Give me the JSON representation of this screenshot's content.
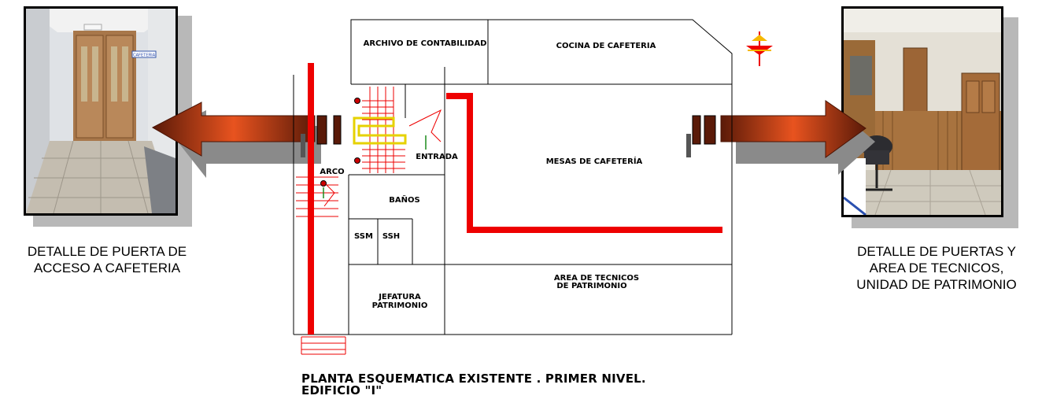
{
  "left_caption": {
    "line1": "DETALLE DE PUERTA DE",
    "line2": "ACCESO A CAFETERIA"
  },
  "right_caption": {
    "line1": "DETALLE DE PUERTAS Y",
    "line2": "AREA DE TECNICOS,",
    "line3": "UNIDAD DE PATRIMONIO"
  },
  "left_photo": {
    "door_sign": "CAFETERIA"
  },
  "plan": {
    "rooms": {
      "archivo": "ARCHIVO DE CONTABILIDAD",
      "cocina": "COCINA DE CAFETERIA",
      "mesas": "MESAS DE CAFETERÍA",
      "entrada": "ENTRADA",
      "arco": "ARCO",
      "banos": "BAÑOS",
      "ssm1": "SSM",
      "ssm2": "SSH",
      "jefatura_line1": "JEFATURA",
      "jefatura_line2": "PATRIMONIO",
      "tecnicos_line1": "AREA DE TECNICOS",
      "tecnicos_line2": "DE PATRIMONIO"
    }
  },
  "title": {
    "line1": "PLANTA ESQUEMATICA EXISTENTE . PRIMER NIVEL.",
    "line2": "EDIFICIO \"I\""
  },
  "colors": {
    "route_red": "#ee0000",
    "arrow_orange": "#e8531f",
    "arrow_dark": "#5a1a08",
    "shadow_gray": "#8a8a8a"
  }
}
